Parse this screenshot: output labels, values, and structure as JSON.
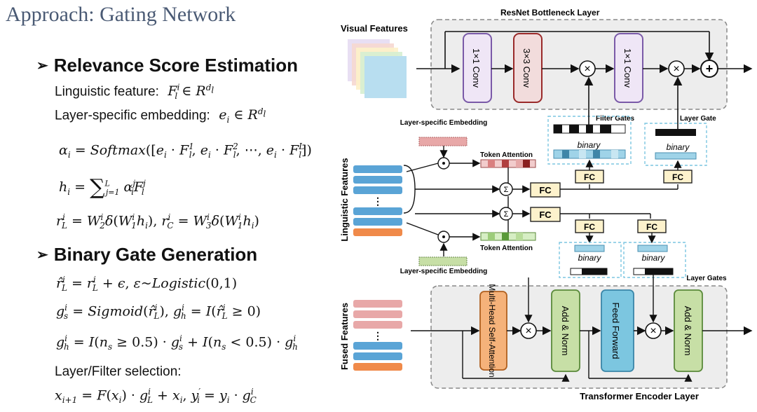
{
  "slide": {
    "title": "Approach: Gating Network",
    "section1": "Relevance Score Estimation",
    "section2": "Binary Gate Generation",
    "ling_feature_label": "Linguistic feature:",
    "layer_embed_label": "Layer-specific embedding:",
    "selection_label": "Layer/Filter selection:"
  },
  "diagram": {
    "resnet_title": "ResNet Bottleneck Layer",
    "visual_features": "Visual Features",
    "conv1": "1×1 Conv",
    "conv3": "3×3 Conv",
    "conv1b": "1×1 Conv",
    "filter_gates": "Filter Gates",
    "layer_gate": "Layer Gate",
    "binary": "binary",
    "layer_embedding": "Layer-specific Embedding",
    "token_attention": "Token Attention",
    "linguistic_features": "Linguistic Features",
    "fc": "FC",
    "layer_gates": "Layer Gates",
    "fused_features": "Fused Features",
    "mhsa": "Multi-Head Self-Attention",
    "add_norm": "Add & Norm",
    "feed_forward": "Feed Forward",
    "transformer_title": "Transformer Encoder Layer",
    "ellipsis": "⋮"
  },
  "colors": {
    "title": "#4a5a74",
    "conv_fill": "#efe6f6",
    "conv_stroke": "#7a5aa8",
    "conv3_fill": "#f2dcdc",
    "conv3_stroke": "#9a2a2a",
    "feature_blue": "#5aa4d6",
    "feature_orange": "#f08a4a",
    "feature_pink": "#e8a8a8",
    "fc_fill": "#fdf2cc",
    "mhsa_fill": "#f5b27a",
    "addnorm_fill": "#c7dfa6",
    "ff_fill": "#7cc6e0",
    "gate_box": "#9fd3e8"
  }
}
